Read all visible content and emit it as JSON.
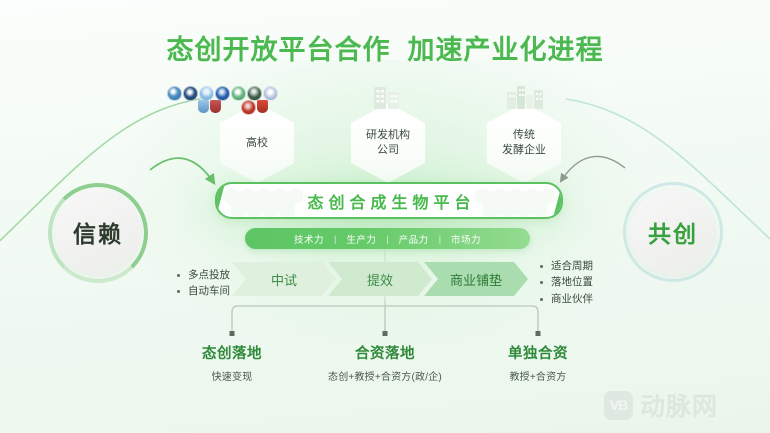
{
  "title": "态创开放平台合作  加速产业化进程",
  "sources": [
    {
      "id": "universities",
      "label": "高校",
      "icon": "university-emblems"
    },
    {
      "id": "rnd",
      "label": "研发机构\n公司",
      "icon": "office-building-icon"
    },
    {
      "id": "fermentation",
      "label": "传统\n发酵企业",
      "icon": "factory-building-icon"
    }
  ],
  "university_emblems": [
    {
      "color": "#3d7ab8",
      "shape": "circle"
    },
    {
      "color": "#2d5c8f",
      "shape": "circle"
    },
    {
      "color": "#6ba3d6",
      "shape": "circle"
    },
    {
      "color": "#2555a8",
      "shape": "circle"
    },
    {
      "color": "#4faa6e",
      "shape": "circle"
    },
    {
      "color": "#2b4f3c",
      "shape": "circle"
    },
    {
      "color": "#8fa9cf",
      "shape": "circle"
    },
    {
      "color": "#6fa2cf",
      "shape": "shield"
    },
    {
      "color": "#b03a3a",
      "shape": "shield"
    },
    {
      "color": "#c0392b",
      "shape": "circle"
    },
    {
      "color": "#cc3b2e",
      "shape": "shield"
    }
  ],
  "platform": {
    "label": "态创合成生物平台",
    "accent": "#5cc161"
  },
  "capabilities": {
    "items": [
      "技术力",
      "生产力",
      "产品力",
      "市场力"
    ],
    "separator": "|"
  },
  "stages": [
    {
      "label": "中试",
      "color": "#dff0df"
    },
    {
      "label": "提效",
      "color": "#cde9cf"
    },
    {
      "label": "商业铺垫",
      "color": "#a9dcae"
    }
  ],
  "left_bullets": [
    "多点投放",
    "自动车间"
  ],
  "right_bullets": [
    "适合周期",
    "落地位置",
    "商业伙伴"
  ],
  "outcomes": [
    {
      "title": "态创落地",
      "sub": "快速变现"
    },
    {
      "title": "合资落地",
      "sub": "态创+教授+合资方(政/企)"
    },
    {
      "title": "单独合资",
      "sub": "教授+合资方"
    }
  ],
  "side_labels": {
    "left": "信赖",
    "right": "共创"
  },
  "watermark": {
    "badge": "VB",
    "text": "动脉网"
  },
  "colors": {
    "title_green": "#4cb950",
    "platform_green": "#5cc161",
    "outcome_green": "#2f8a3a",
    "background": "#f2faf3"
  }
}
